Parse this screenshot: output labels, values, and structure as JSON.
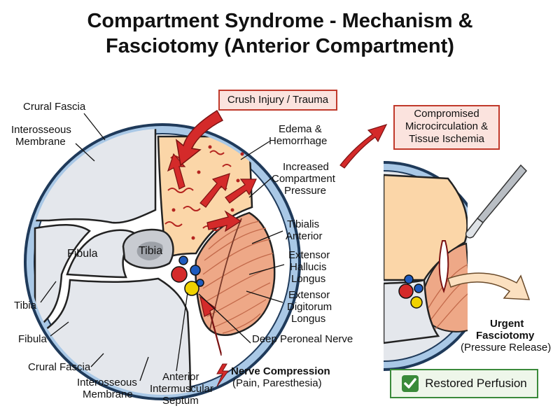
{
  "title": {
    "line1": "Compartment Syndrome - Mechanism &",
    "line2": "Fasciotomy (Anterior Compartment)"
  },
  "labels": {
    "crural_fascia_top": "Crural Fascia",
    "interosseous_top_1": "Interosseous",
    "interosseous_top_2": "Membrane",
    "fibula_inside": "Fibula",
    "tibia_inside": "Tibia",
    "tibia_left": "Tibia",
    "fibula_left": "Fibula",
    "crural_fascia_bottom": "Crural Fascia",
    "interosseous_bottom_1": "Interosseous",
    "interosseous_bottom_2": "Membrane",
    "ant_septum_1": "Anterior",
    "ant_septum_2": "Intermuscular",
    "ant_septum_3": "Septum",
    "edema_1": "Edema &",
    "edema_2": "Hemorrhage",
    "pressure_1": "Increased",
    "pressure_2": "Compartment",
    "pressure_3": "Pressure",
    "tib_ant_1": "Tibialis",
    "tib_ant_2": "Anterior",
    "ehl_1": "Extensor",
    "ehl_2": "Hallucis",
    "ehl_3": "Longus",
    "edl_1": "Extensor",
    "edl_2": "Digitorum",
    "edl_3": "Longus",
    "deep_peroneal": "Deep Peroneal Nerve",
    "nerve_comp_1": "Nerve Compression",
    "nerve_comp_2": "(Pain, Paresthesia)",
    "urgent_1": "Urgent",
    "urgent_2": "Fasciotomy",
    "urgent_3": "(Pressure Release)"
  },
  "boxes": {
    "crush": "Crush Injury / Trauma",
    "micro_1": "Compromised",
    "micro_2": "Microcirculation &",
    "micro_3": "Tissue Ischemia",
    "restored": "Restored Perfusion"
  },
  "icons": {
    "check": "check-icon",
    "lightning": "lightning-icon",
    "scalpel": "scalpel-icon"
  },
  "colors": {
    "accent_red": "#d42a2a",
    "edema_fill": "#fbd6a8",
    "muscle_fill": "#eea887",
    "compartment_fill": "#e4e7ec",
    "fascia_blue": "#a9c8e6",
    "success_green": "#3a8a3a"
  }
}
